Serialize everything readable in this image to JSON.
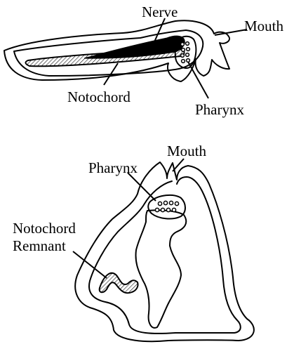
{
  "top_figure": {
    "labels": {
      "nerve": "Nerve",
      "mouth": "Mouth",
      "notochord": "Notochord",
      "pharynx": "Pharynx"
    }
  },
  "bottom_figure": {
    "labels": {
      "pharynx": "Pharynx",
      "mouth": "Mouth",
      "notochord_line1": "Notochord",
      "notochord_line2": "Remnant"
    }
  }
}
